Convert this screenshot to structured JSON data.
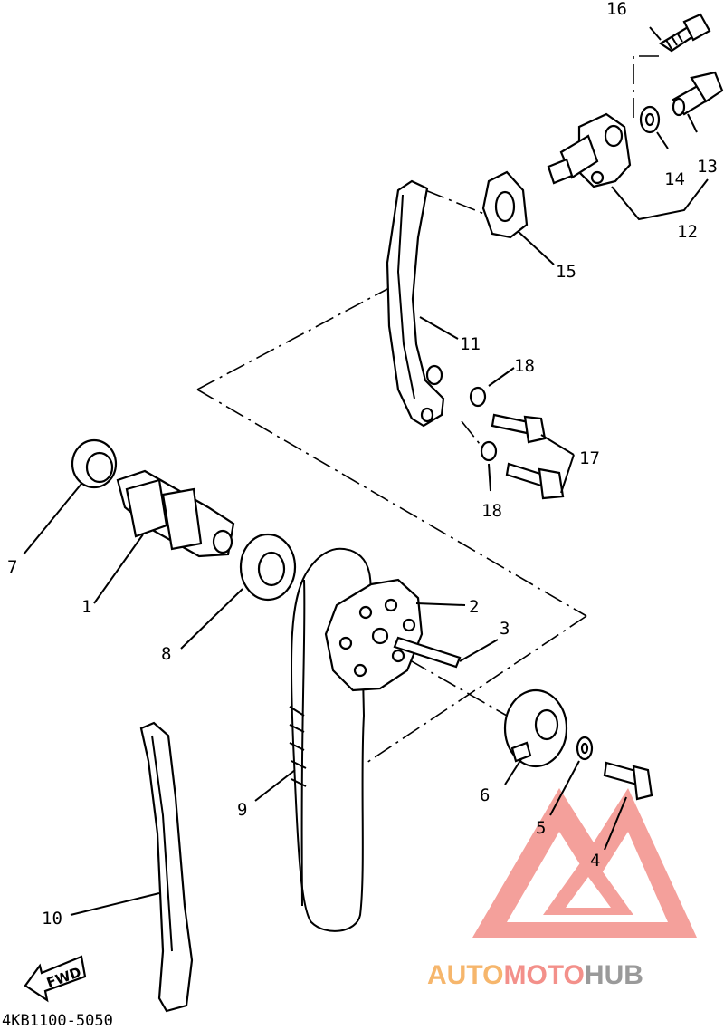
{
  "diagram": {
    "part_labels": [
      {
        "id": "label-1",
        "text": "1"
      },
      {
        "id": "label-2",
        "text": "2"
      },
      {
        "id": "label-3",
        "text": "3"
      },
      {
        "id": "label-4",
        "text": "4"
      },
      {
        "id": "label-5",
        "text": "5"
      },
      {
        "id": "label-6",
        "text": "6"
      },
      {
        "id": "label-7",
        "text": "7"
      },
      {
        "id": "label-8",
        "text": "8"
      },
      {
        "id": "label-9",
        "text": "9"
      },
      {
        "id": "label-10",
        "text": "10"
      },
      {
        "id": "label-11",
        "text": "11"
      },
      {
        "id": "label-12",
        "text": "12"
      },
      {
        "id": "label-13",
        "text": "13"
      },
      {
        "id": "label-14",
        "text": "14"
      },
      {
        "id": "label-15",
        "text": "15"
      },
      {
        "id": "label-16",
        "text": "16"
      },
      {
        "id": "label-17",
        "text": "17"
      },
      {
        "id": "label-18a",
        "text": "18"
      },
      {
        "id": "label-18b",
        "text": "18"
      }
    ],
    "fwd_label": "FWD",
    "drawing_code": "4KB1100-5050"
  },
  "watermark": {
    "brand_part1": "AUTO",
    "brand_part2": "MOTO",
    "brand_part3": "HUB",
    "colors": {
      "auto": "#f6b66c",
      "moto": "#f3908a",
      "hub": "#9a9a9a",
      "logo": "#f3908a"
    }
  }
}
